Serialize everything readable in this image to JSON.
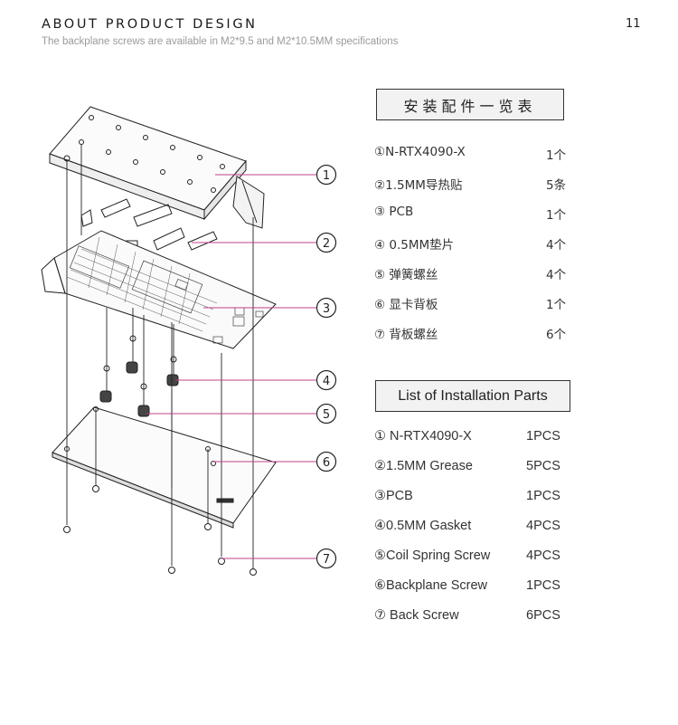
{
  "header": {
    "title": "ABOUT PRODUCT DESIGN",
    "subtitle": "The backplane screws are available in M2*9.5 and M2*10.5MM specifications",
    "page_number": "11"
  },
  "parts_cn": {
    "title": "安装配件一览表",
    "items": [
      {
        "name": "①N-RTX4090-X",
        "qty": "1个"
      },
      {
        "name": "②1.5MM导热贴",
        "qty": "5条"
      },
      {
        "name": "③ PCB",
        "qty": "1个"
      },
      {
        "name": "④ 0.5MM垫片",
        "qty": "4个"
      },
      {
        "name": "⑤ 弹簧螺丝",
        "qty": "4个"
      },
      {
        "name": "⑥ 显卡背板",
        "qty": "1个"
      },
      {
        "name": "⑦ 背板螺丝",
        "qty": "6个"
      }
    ]
  },
  "parts_en": {
    "title": "List of Installation Parts",
    "items": [
      {
        "name": "① N-RTX4090-X",
        "qty": "1PCS"
      },
      {
        "name": "②1.5MM Grease",
        "qty": "5PCS"
      },
      {
        "name": "③PCB",
        "qty": "1PCS"
      },
      {
        "name": "④0.5MM Gasket",
        "qty": "4PCS"
      },
      {
        "name": "⑤Coil Spring Screw",
        "qty": "4PCS"
      },
      {
        "name": "⑥Backplane Screw",
        "qty": "1PCS"
      },
      {
        "name": "⑦ Back Screw",
        "qty": "6PCS"
      }
    ]
  },
  "callouts": [
    "1",
    "2",
    "3",
    "4",
    "5",
    "6",
    "7"
  ],
  "colors": {
    "leader_line": "#c0408a",
    "outline": "#222222",
    "box_fill": "#f2f2f2"
  }
}
